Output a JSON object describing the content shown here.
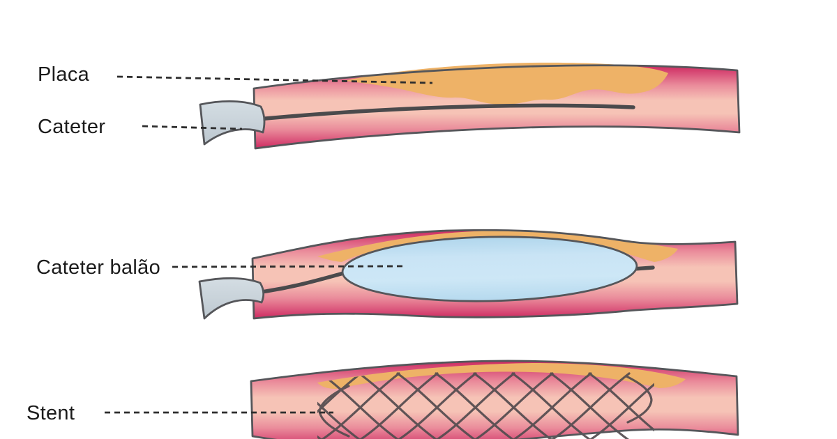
{
  "diagram": {
    "labels": {
      "placa": "Placa",
      "cateter": "Cateter",
      "cateter_balao": "Cateter balão",
      "stent": "Stent"
    },
    "colors": {
      "background": "#ffffff",
      "vessel_wall": "#ce2a60",
      "vessel_lumen": "#f6c3b6",
      "plaque": "#eeb267",
      "catheter": "#c9d3da",
      "balloon": "#c6e1f2",
      "guidewire": "#4a4a4c",
      "stent_wire": "#534b4f",
      "outline": "#55565a",
      "leader_line": "#2d2d2d",
      "label_text": "#1b1b1b"
    }
  }
}
